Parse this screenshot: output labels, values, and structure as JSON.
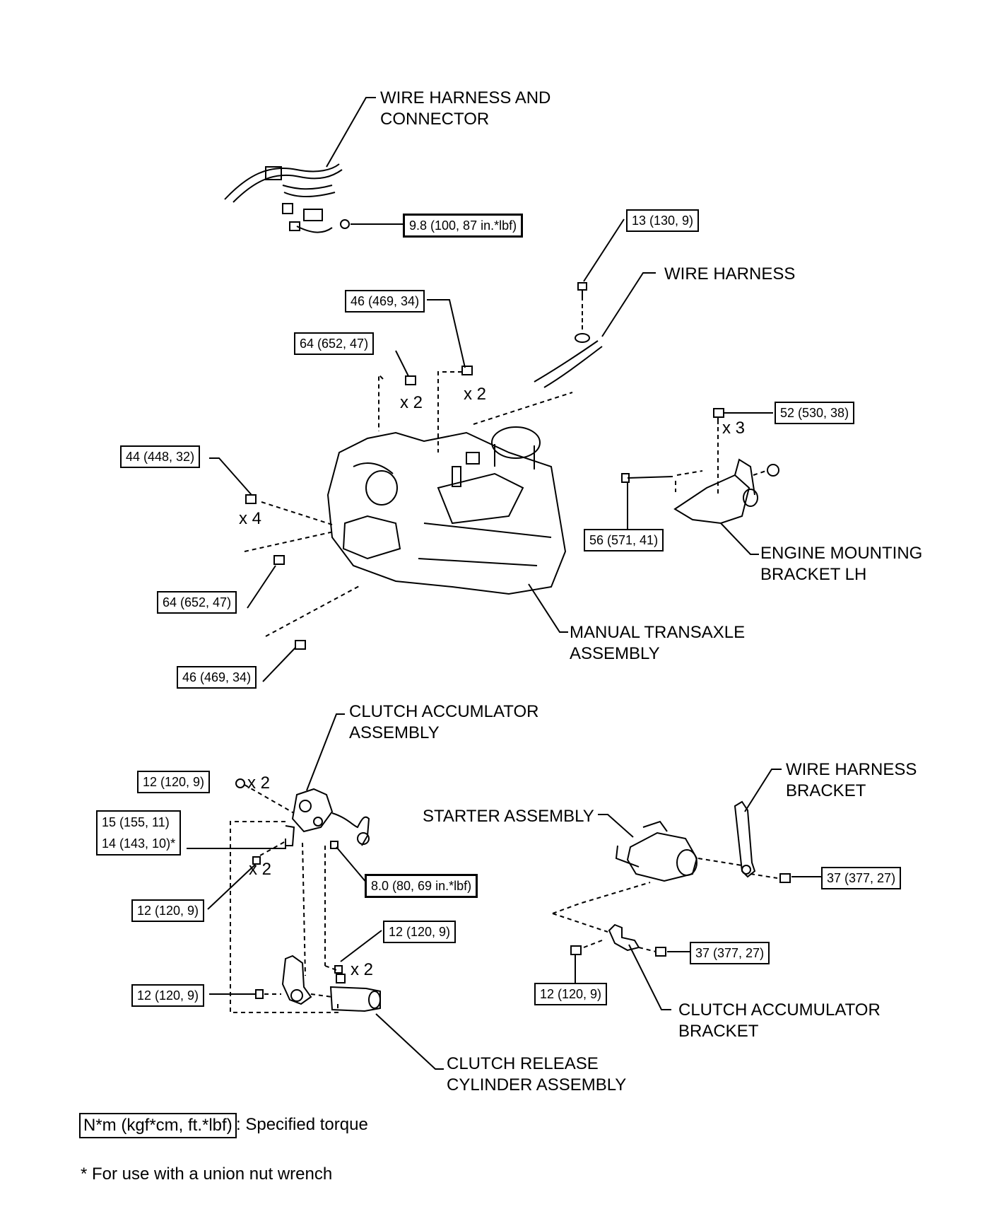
{
  "labels": {
    "wire_harness_connector": [
      "WIRE HARNESS AND",
      "CONNECTOR"
    ],
    "wire_harness": "WIRE HARNESS",
    "engine_mounting_bracket": [
      "ENGINE MOUNTING",
      "BRACKET LH"
    ],
    "manual_transaxle": [
      "MANUAL TRANSAXLE",
      "ASSEMBLY"
    ],
    "clutch_accumulator_assembly": [
      "CLUTCH ACCUMLATOR",
      "ASSEMBLY"
    ],
    "wire_harness_bracket": [
      "WIRE HARNESS",
      "BRACKET"
    ],
    "starter_assembly": "STARTER ASSEMBLY",
    "clutch_accumulator_bracket": [
      "CLUTCH ACCUMULATOR",
      "BRACKET"
    ],
    "clutch_release_cylinder": [
      "CLUTCH RELEASE",
      "CYLINDER ASSEMBLY"
    ]
  },
  "torques": {
    "t_9_8": "9.8 (100, 87 in.*lbf)",
    "t_13": "13 (130, 9)",
    "t_46_top": "46 (469, 34)",
    "t_64_top": "64 (652, 47)",
    "t_52": "52 (530, 38)",
    "t_44": "44 (448, 32)",
    "t_56": "56 (571, 41)",
    "t_64_mid": "64 (652, 47)",
    "t_46_bottom": "46 (469, 34)",
    "t_12_a": "12 (120, 9)",
    "t_15": "15 (155, 11)",
    "t_14": "14 (143, 10)*",
    "t_8_0": "8.0 (80, 69 in.*lbf)",
    "t_12_b": "12 (120, 9)",
    "t_12_c": "12 (120, 9)",
    "t_12_d": "12 (120, 9)",
    "t_37_a": "37 (377, 27)",
    "t_37_b": "37 (377, 27)",
    "t_12_e": "12 (120, 9)"
  },
  "multipliers": {
    "m_x2_a": "x 2",
    "m_x2_b": "x 2",
    "m_x3": "x 3",
    "m_x4": "x 4",
    "m_x2_c": "x 2",
    "m_x2_d": "x 2",
    "m_x2_e": "x 2"
  },
  "legend": {
    "unit": "N*m (kgf*cm, ft.*lbf)",
    "meaning": ": Specified torque",
    "footnote": "* For use with a union nut wrench"
  }
}
